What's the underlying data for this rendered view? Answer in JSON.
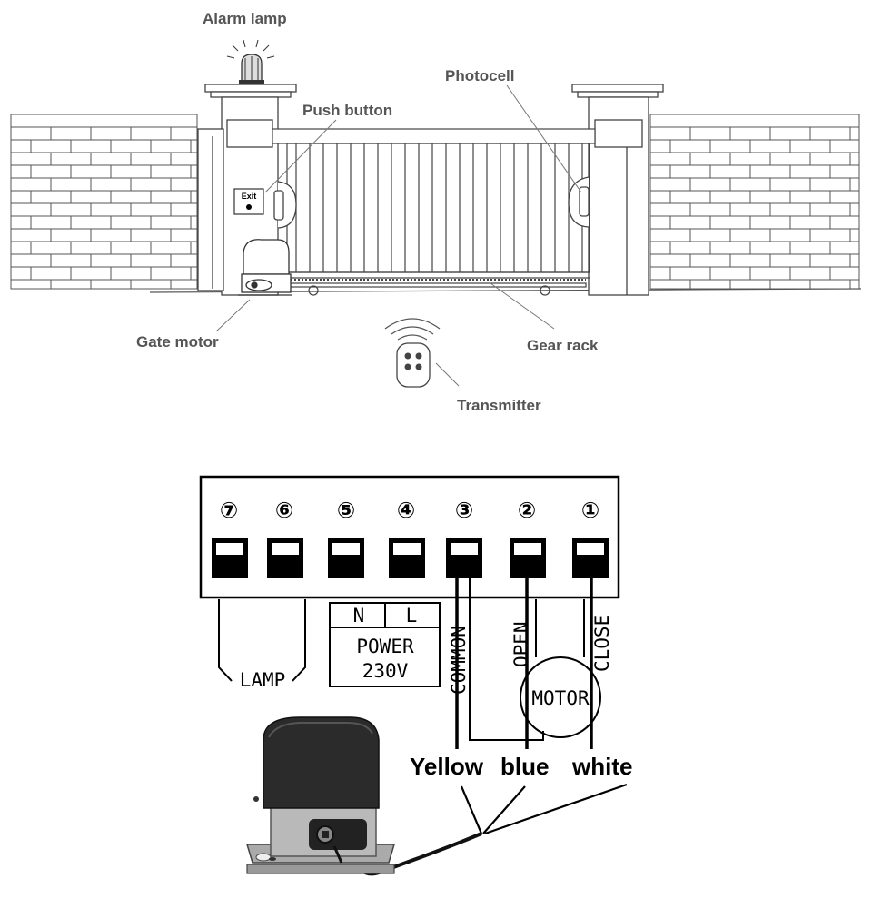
{
  "callouts": {
    "alarm_lamp": "Alarm lamp",
    "push_button": "Push button",
    "photocell": "Photocell",
    "gate_motor": "Gate motor",
    "gear_rack": "Gear rack",
    "transmitter": "Transmitter",
    "exit_sign": "Exit"
  },
  "terminals": [
    {
      "number": "⑦"
    },
    {
      "number": "⑥"
    },
    {
      "number": "⑤"
    },
    {
      "number": "④"
    },
    {
      "number": "③"
    },
    {
      "number": "②"
    },
    {
      "number": "①"
    }
  ],
  "wiring": {
    "lamp": "LAMP",
    "power_n": "N",
    "power_l": "L",
    "power_title": "POWER",
    "power_voltage": "230V",
    "common": "COMMON",
    "open": "OPEN",
    "close": "CLOSE",
    "motor": "MOTOR"
  },
  "wire_colors": {
    "yellow": "Yellow",
    "blue": "blue",
    "white": "white"
  }
}
